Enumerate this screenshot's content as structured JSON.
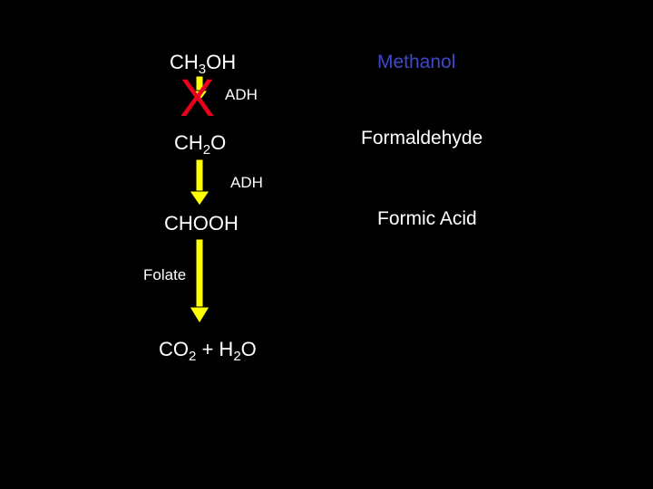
{
  "colors": {
    "background": "#000000",
    "formula_text": "#ffffff",
    "name_text": "#3f48cc",
    "arrow_fill": "#ffff00",
    "arrow_outline": "#000000",
    "block_mark": "#e8001c"
  },
  "compounds": [
    {
      "formula_parts": [
        "CH",
        "3",
        "OH"
      ],
      "name": "Methanol"
    },
    {
      "formula_parts": [
        "CH",
        "2",
        "O"
      ],
      "name": "Formaldehyde"
    },
    {
      "formula": "CHOOH",
      "name": "Formic Acid"
    },
    {
      "formula_parts": [
        "CO",
        "2",
        " + H",
        "2",
        "O"
      ]
    }
  ],
  "steps": [
    {
      "enzyme": "ADH",
      "blocked": true,
      "block_mark": "X"
    },
    {
      "enzyme": "ADH",
      "blocked": false
    },
    {
      "cofactor": "Folate",
      "blocked": false
    }
  ]
}
